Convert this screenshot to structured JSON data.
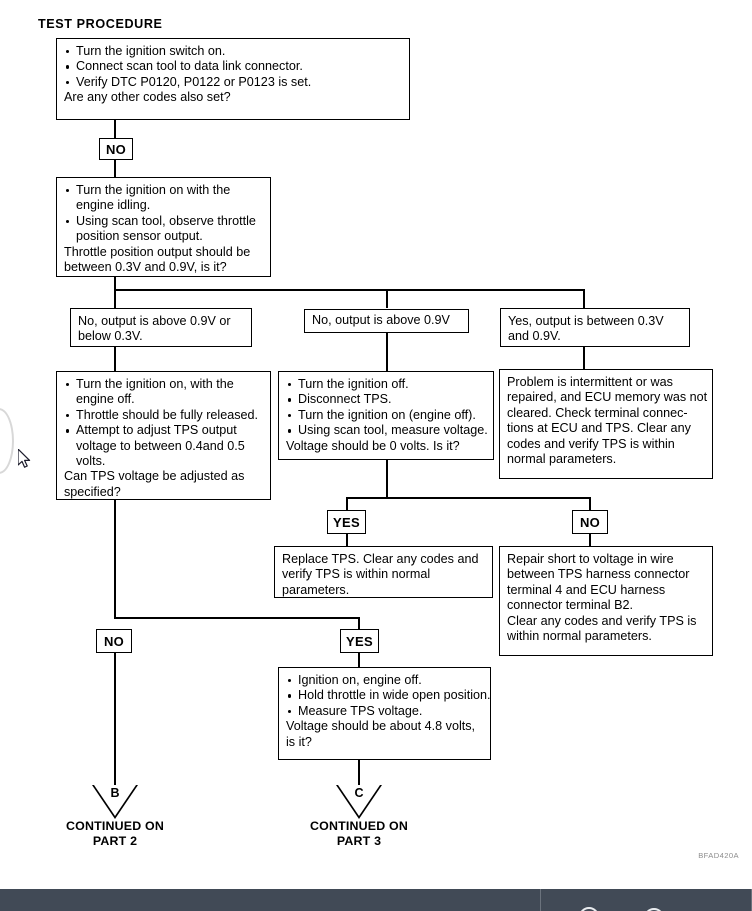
{
  "document": {
    "title": "TEST PROCEDURE",
    "figure_code": "BFAD420A"
  },
  "flowchart": {
    "nodes": {
      "start": {
        "bullets": [
          "Turn the ignition switch on.",
          "Connect scan tool to data link connector.",
          "Verify DTC P0120, P0122 or P0123 is set."
        ],
        "question": "Are any other codes also set?"
      },
      "step2": {
        "bullets": [
          [
            "Turn the ignition on with the",
            "engine idling."
          ],
          [
            "Using scan tool, observe throttle",
            "position sensor output."
          ]
        ],
        "lines": [
          "Throttle position output should be",
          "between 0.3V and 0.9V, is it?"
        ]
      },
      "branch_left": {
        "lines": [
          "No, output is above 0.9V or",
          "below 0.3V."
        ]
      },
      "branch_mid": {
        "lines": [
          "No, output is above 0.9V"
        ]
      },
      "branch_right": {
        "lines": [
          "Yes, output is between 0.3V",
          "and 0.9V."
        ]
      },
      "left_action": {
        "bullets": [
          [
            "Turn the ignition on, with the",
            "engine off."
          ],
          [
            "Throttle should be fully released."
          ],
          [
            "Attempt to adjust TPS output",
            "voltage to between 0.4and 0.5",
            "volts."
          ]
        ],
        "lines": [
          "Can TPS voltage be adjusted as",
          "specified?"
        ]
      },
      "mid_action": {
        "bullets": [
          [
            "Turn the ignition off."
          ],
          [
            "Disconnect TPS."
          ],
          [
            "Turn the ignition on (engine off)."
          ],
          [
            "Using scan tool, measure voltage."
          ]
        ],
        "lines": [
          "Voltage should be 0 volts. Is it?"
        ]
      },
      "right_result": {
        "lines": [
          "Problem is intermittent or was",
          "repaired, and ECU memory was not",
          "cleared. Check terminal connec-",
          "tions at ECU and TPS. Clear any",
          "codes and verify TPS is within",
          "normal parameters."
        ]
      },
      "replace_tps": {
        "lines": [
          "Replace TPS. Clear any codes and",
          "verify TPS is within normal",
          "parameters."
        ]
      },
      "repair_short": {
        "lines": [
          "Repair short to voltage in wire",
          "between TPS harness connector",
          "terminal 4 and ECU harness",
          "connector terminal B2.",
          "Clear any codes and verify TPS is",
          "within normal parameters."
        ]
      },
      "wot_check": {
        "bullets": [
          [
            "Ignition on, engine off."
          ],
          [
            "Hold throttle in wide open position."
          ],
          [
            "Measure TPS voltage."
          ]
        ],
        "lines": [
          "Voltage should be about 4.8 volts,",
          "is it?"
        ]
      }
    },
    "tags": {
      "no_top": "NO",
      "yes_mid": "YES",
      "no_mid": "NO",
      "no_left_bottom": "NO",
      "yes_left_bottom": "YES"
    },
    "connectors": [
      {
        "letter": "B",
        "label_line1": "CONTINUED ON",
        "label_line2": "PART 2"
      },
      {
        "letter": "C",
        "label_line1": "CONTINUED ON",
        "label_line2": "PART 3"
      }
    ]
  },
  "navbar": {
    "icons": [
      "back-icon",
      "home-icon",
      "recent-apps-icon"
    ]
  },
  "colors": {
    "page_background": "#ffffff",
    "ink": "#000000",
    "navbar_background": "#414a56",
    "figure_code": "#8d8d8d"
  }
}
